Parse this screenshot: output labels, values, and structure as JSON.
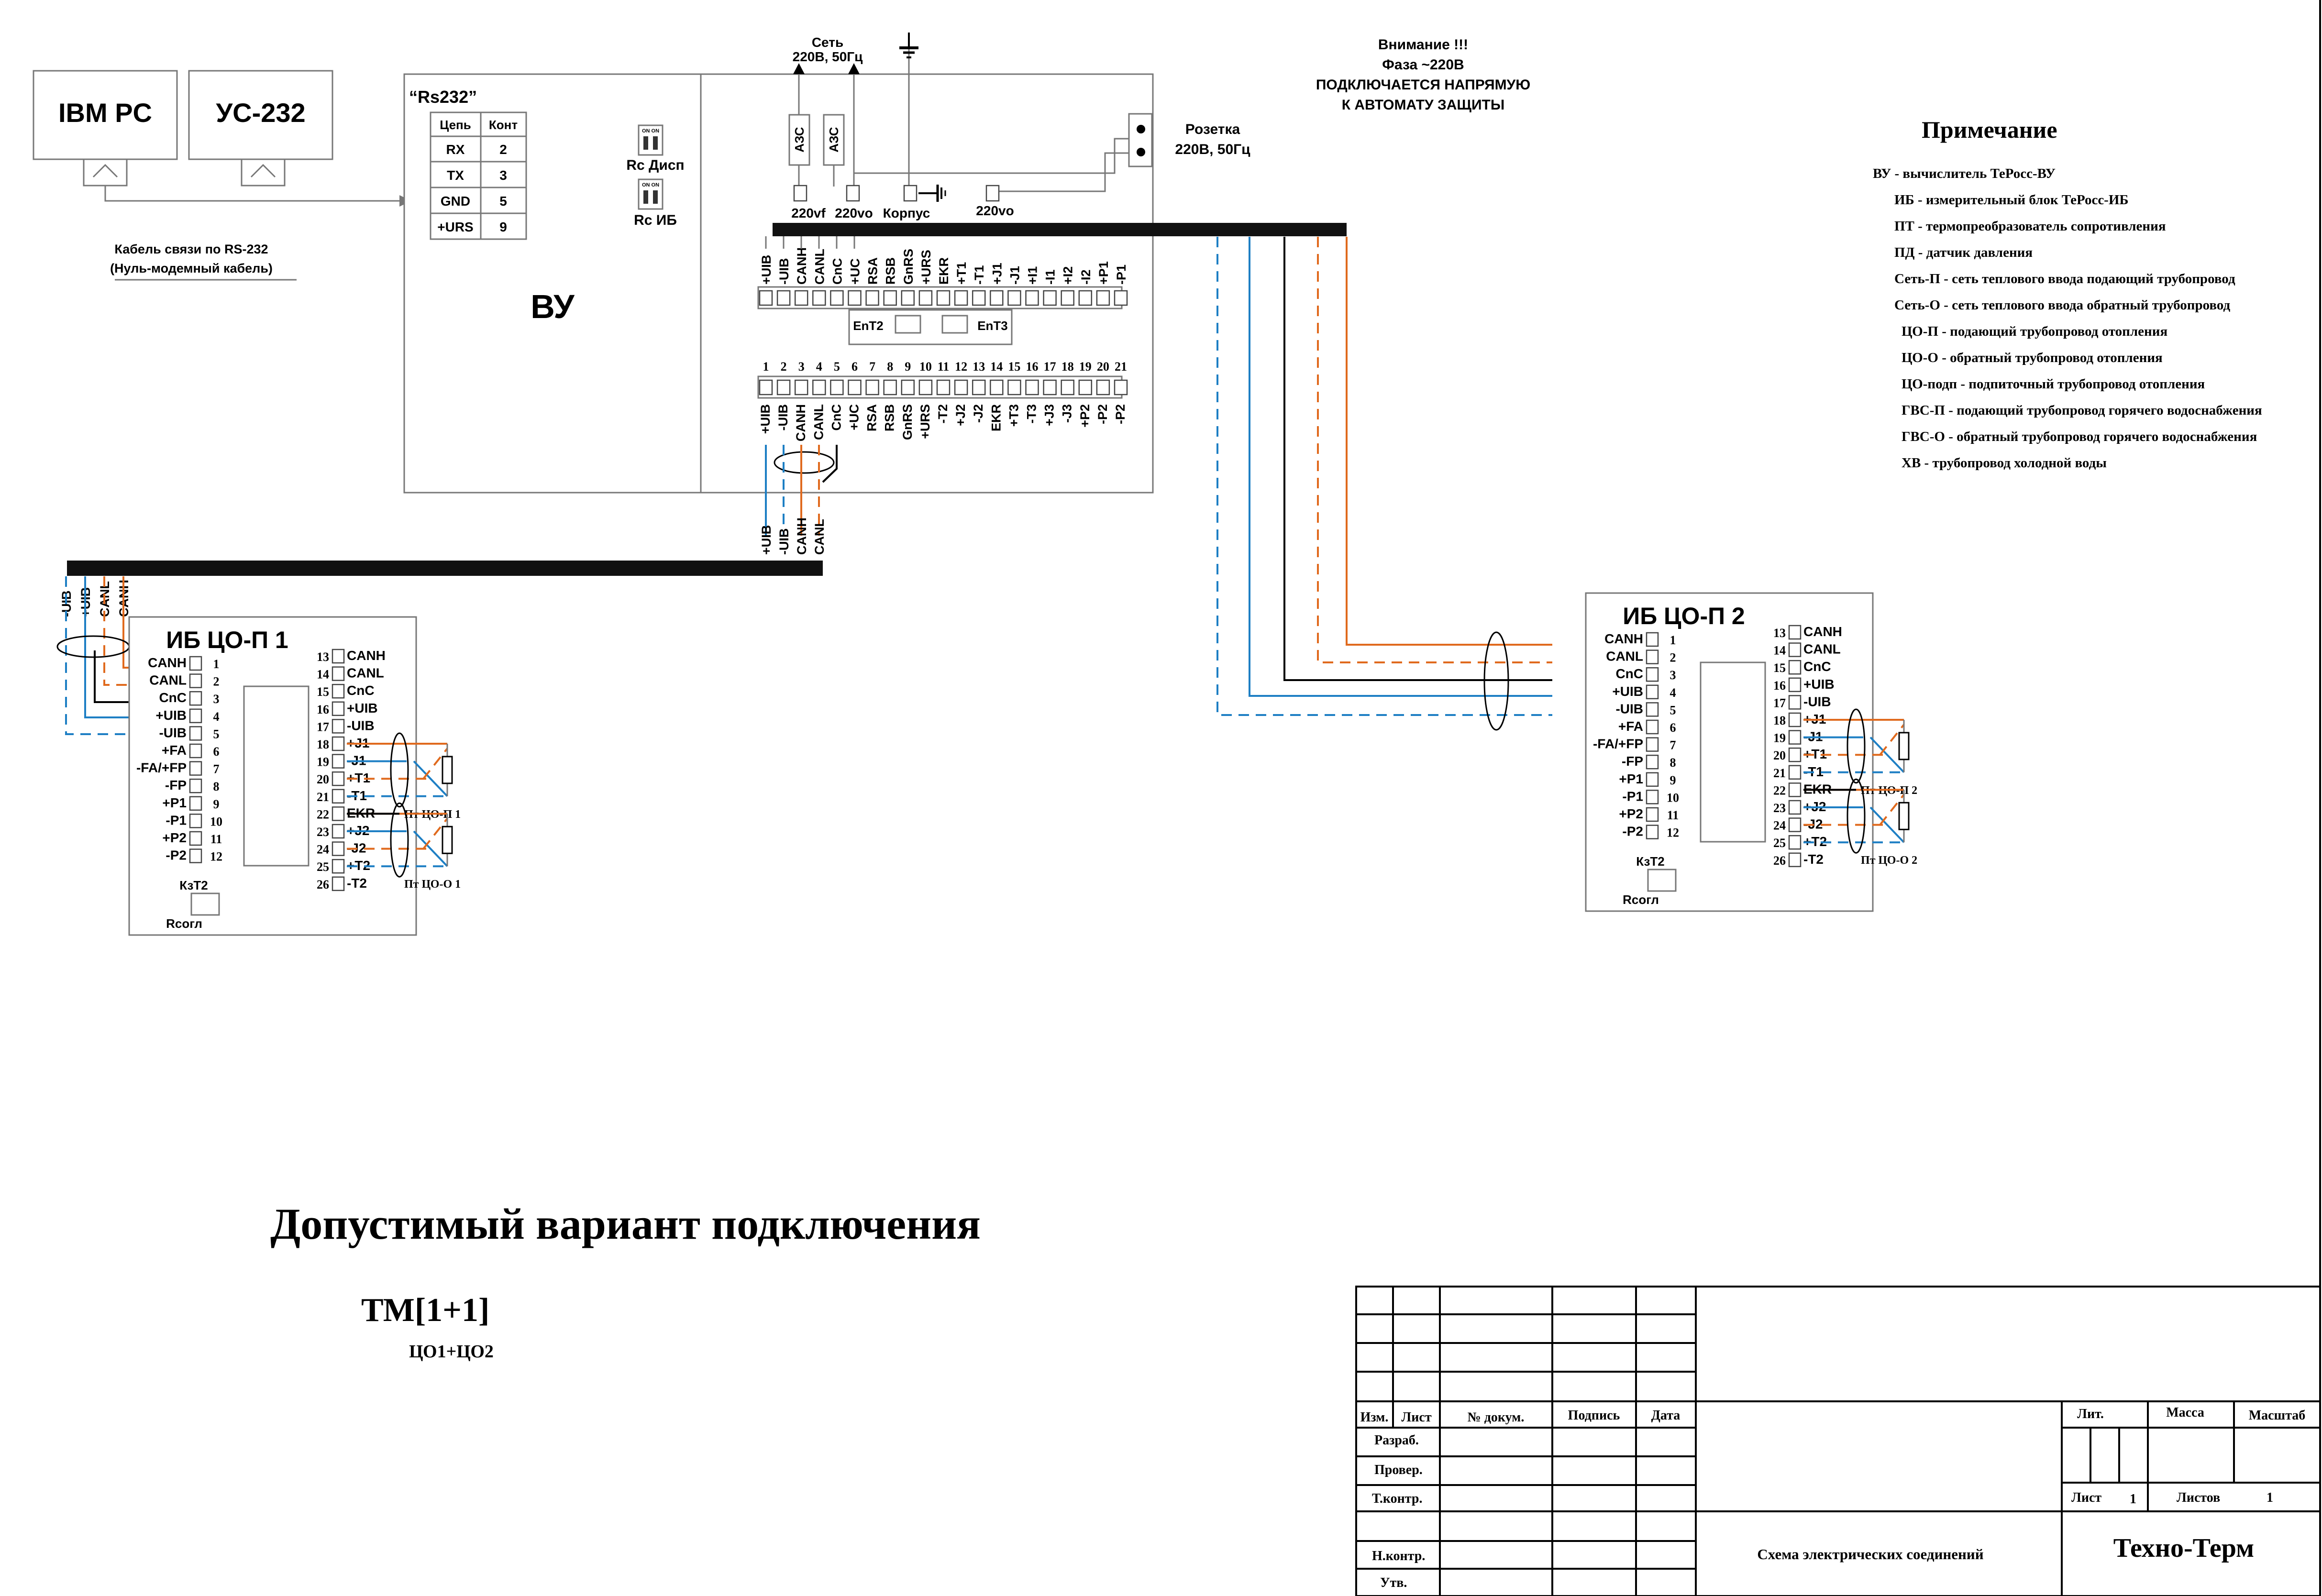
{
  "ibm_pc": "IBM PC",
  "us232": "УС-232",
  "cable_note": [
    "Кабель связи по RS-232",
    "(Нуль-модемный кабель)"
  ],
  "rs232": {
    "title": "“Rs232”",
    "headers": [
      "Цепь",
      "Конт"
    ],
    "rows": [
      [
        "RX",
        "2"
      ],
      [
        "TX",
        "3"
      ],
      [
        "GND",
        "5"
      ],
      [
        "+URS",
        "9"
      ]
    ]
  },
  "dips": {
    "disp": "Rc Дисп",
    "ib": "Rc ИБ",
    "on": "ON ON"
  },
  "vu_label": "ВУ",
  "mains": {
    "title": [
      "Сеть",
      "220В, 50Гц"
    ],
    "fuse": "АЗС",
    "terminals": [
      "220vf",
      "220vo",
      "Корпус",
      "220vo"
    ]
  },
  "socket": [
    "Розетка",
    "220В, 50Гц"
  ],
  "warning": [
    "Внимание !!!",
    "Фаза  ~220В",
    "ПОДКЛЮЧАЕТСЯ НАПРЯМУЮ",
    "К АВТОМАТУ ЗАЩИТЫ"
  ],
  "vu_top_terms": [
    "+UIB",
    "-UIB",
    "CANH",
    "CANL",
    "CnC",
    "+UC",
    "RSA",
    "RSB",
    "GnRS",
    "+URS",
    "EKR",
    "+T1",
    "-T1",
    "+J1",
    "-J1",
    "+I1",
    "-I1",
    "+I2",
    "-I2",
    "+P1",
    "-P1"
  ],
  "ent": [
    "EnT2",
    "EnT3"
  ],
  "vu_bot_nums": [
    "1",
    "2",
    "3",
    "4",
    "5",
    "6",
    "7",
    "8",
    "9",
    "10",
    "11",
    "12",
    "13",
    "14",
    "15",
    "16",
    "17",
    "18",
    "19",
    "20",
    "21"
  ],
  "vu_bot_terms": [
    "+UIB",
    "-UIB",
    "CANH",
    "CANL",
    "CnC",
    "+UC",
    "RSA",
    "RSB",
    "GnRS",
    "+URS",
    "-T2",
    "+J2",
    "-J2",
    "EKR",
    "+T3",
    "-T3",
    "+J3",
    "-J3",
    "+P2",
    "-P2",
    "-P2"
  ],
  "bus_tap": [
    "+UIB",
    "-UIB",
    "CANH",
    "CANL"
  ],
  "bus_left": [
    "-UIB",
    "+UIB",
    "CANL",
    "CANH"
  ],
  "ib1": {
    "title": "ИБ ЦО-П 1",
    "left": [
      [
        "CANH",
        "1"
      ],
      [
        "CANL",
        "2"
      ],
      [
        "CnC",
        "3"
      ],
      [
        "+UIB",
        "4"
      ],
      [
        "-UIB",
        "5"
      ],
      [
        "+FA",
        "6"
      ],
      [
        "-FA/+FP",
        "7"
      ],
      [
        "-FP",
        "8"
      ],
      [
        "+P1",
        "9"
      ],
      [
        "-P1",
        "10"
      ],
      [
        "+P2",
        "11"
      ],
      [
        "-P2",
        "12"
      ]
    ],
    "right": [
      [
        "13",
        "CANH"
      ],
      [
        "14",
        "CANL"
      ],
      [
        "15",
        "CnC"
      ],
      [
        "16",
        "+UIB"
      ],
      [
        "17",
        "-UIB"
      ],
      [
        "18",
        "+J1"
      ],
      [
        "19",
        "-J1"
      ],
      [
        "20",
        "+T1"
      ],
      [
        "21",
        "-T1"
      ],
      [
        "22",
        "EKR"
      ],
      [
        "23",
        "+J2"
      ],
      [
        "24",
        "-J2"
      ],
      [
        "25",
        "+T2"
      ],
      [
        "26",
        "-T2"
      ]
    ],
    "k": "КзТ2",
    "r": "Rсогл",
    "s1": "Пт ЦО-П 1",
    "s2": "Пт ЦО-О 1"
  },
  "ib2": {
    "title": "ИБ ЦО-П 2",
    "left": [
      [
        "CANH",
        "1"
      ],
      [
        "CANL",
        "2"
      ],
      [
        "CnC",
        "3"
      ],
      [
        "+UIB",
        "4"
      ],
      [
        "-UIB",
        "5"
      ],
      [
        "+FA",
        "6"
      ],
      [
        "-FA/+FP",
        "7"
      ],
      [
        "-FP",
        "8"
      ],
      [
        "+P1",
        "9"
      ],
      [
        "-P1",
        "10"
      ],
      [
        "+P2",
        "11"
      ],
      [
        "-P2",
        "12"
      ]
    ],
    "right": [
      [
        "13",
        "CANH"
      ],
      [
        "14",
        "CANL"
      ],
      [
        "15",
        "CnC"
      ],
      [
        "16",
        "+UIB"
      ],
      [
        "17",
        "-UIB"
      ],
      [
        "18",
        "+J1"
      ],
      [
        "19",
        "-J1"
      ],
      [
        "20",
        "+T1"
      ],
      [
        "21",
        "-T1"
      ],
      [
        "22",
        "EKR"
      ],
      [
        "23",
        "+J2"
      ],
      [
        "24",
        "-J2"
      ],
      [
        "25",
        "+T2"
      ],
      [
        "26",
        "-T2"
      ]
    ],
    "k": "КзТ2",
    "r": "Rсогл",
    "s1": "Пт ЦО-П 2",
    "s2": "Пт ЦО-О 2"
  },
  "note_title": "Примечание",
  "notes": [
    "ВУ - вычислитель ТеРосс-ВУ",
    "ИБ - измерительный блок ТеРосс-ИБ",
    "ПТ - термопреобразователь сопротивления",
    "ПД - датчик давления",
    "Сеть-П - сеть теплового ввода подающий трубопровод",
    "Сеть-О - сеть теплового ввода обратный трубопровод",
    "ЦО-П - подающий трубопровод отопления",
    "ЦО-О - обратный трубопровод отопления",
    "ЦО-подп - подпиточный трубопровод отопления",
    "ГВС-П - подающий трубопровод горячего водоснабжения",
    "ГВС-О - обратный трубопровод горячего водоснабжения",
    "ХВ - трубопровод холодной воды"
  ],
  "big_title": "Допустимый вариант подключения",
  "model": "ТМ[1+1]",
  "model_sub": "ЦО1+ЦО2",
  "stamp": {
    "cols": [
      "Изм.",
      "Лист",
      "№ докум.",
      "Подпись",
      "Дата"
    ],
    "rows": [
      "Разраб.",
      "Провер.",
      "Т.контр.",
      "Н.контр.",
      "Утв."
    ],
    "lit": "Лит.",
    "mass": "Масса",
    "scale": "Масштаб",
    "sheet": "Лист",
    "sheet_no": "1",
    "sheets": "Листов",
    "sheets_no": "1",
    "doc": "Схема электрических соединений",
    "org": "Техно-Терм"
  }
}
